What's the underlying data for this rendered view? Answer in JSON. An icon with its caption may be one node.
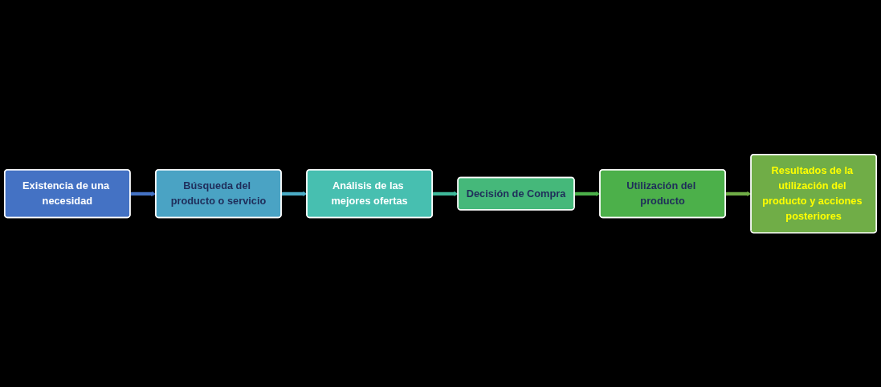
{
  "diagram": {
    "nodes": [
      {
        "text": [
          "Existencia de una necesidad"
        ]
      },
      {
        "text": [
          "Búsqueda del producto o servicio"
        ]
      },
      {
        "text": [
          "Análisis de las mejores ofertas"
        ]
      },
      {
        "text": [
          "Decisión de Compra"
        ]
      },
      {
        "text": [
          "Utilización del producto"
        ]
      },
      {
        "text": [
          "Resultados de la utilización del producto y acciones posteriores"
        ]
      }
    ],
    "edges": [
      {
        "from": 0,
        "to": 1,
        "arrow": "to",
        "color": "#4472c4"
      },
      {
        "from": 1,
        "to": 2,
        "arrow": "to",
        "color": "#4bacc6"
      },
      {
        "from": 2,
        "to": 3,
        "arrow": "to",
        "color": "#3fb99a"
      },
      {
        "from": 3,
        "to": 4,
        "arrow": "to",
        "color": "#4cb04a"
      },
      {
        "from": 4,
        "to": 5,
        "arrow": "to",
        "color": "#70ad47"
      }
    ]
  }
}
